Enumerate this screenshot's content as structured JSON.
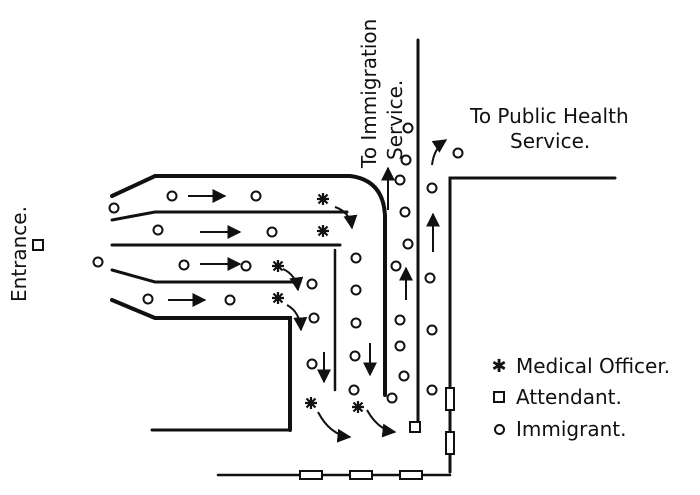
{
  "labels": {
    "entrance": "Entrance.",
    "to_immigration_line1": "To Immigration",
    "to_immigration_line2": "Service.",
    "to_public_health_line1": "To Public Health",
    "to_public_health_line2": "Service."
  },
  "legend": {
    "medical_officer": "Medical Officer.",
    "attendant": "Attendant.",
    "immigrant": "Immigrant."
  },
  "colors": {
    "ink": "#111111",
    "background": "#ffffff"
  }
}
